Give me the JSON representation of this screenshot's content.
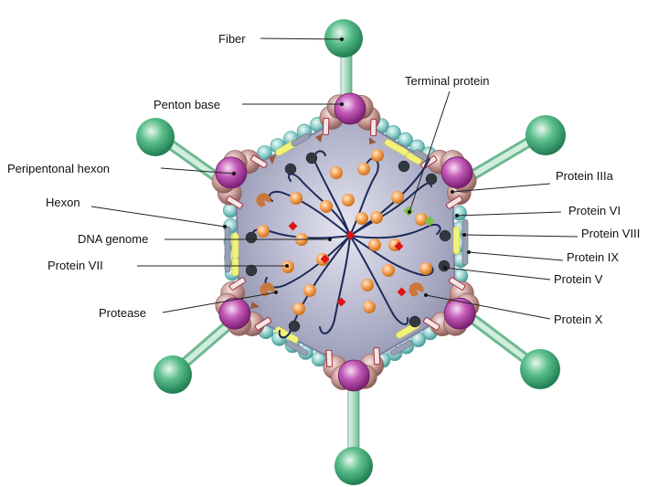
{
  "labels": {
    "fiber": "Fiber",
    "penton_base": "Penton base",
    "peripentonal_hexon": "Peripentonal hexon",
    "hexon": "Hexon",
    "dna_genome": "DNA genome",
    "protein_vii": "Protein VII",
    "protease": "Protease",
    "terminal_protein": "Terminal protein",
    "protein_iiia": "Protein IIIa",
    "protein_vi": "Protein VI",
    "protein_viii": "Protein VIII",
    "protein_ix": "Protein IX",
    "protein_v": "Protein V",
    "protein_x": "Protein X"
  },
  "colors": {
    "capsid_fill": "#a9aac4",
    "fiber_knob": "#2e9a68",
    "fiber_shaft": "#bfe4cf",
    "penton_base": "#b23aa8",
    "hexon_brown": "#c89a96",
    "hexon_teal": "#8fd0cc",
    "protein_viii": "#f2f27a",
    "protein_vii": "#f5a052",
    "protein_v": "#333740",
    "protein_x": "#e01414",
    "protease": "#c8783c",
    "terminal_protein": "#7ac04a",
    "dna": "#1c2a5a"
  }
}
